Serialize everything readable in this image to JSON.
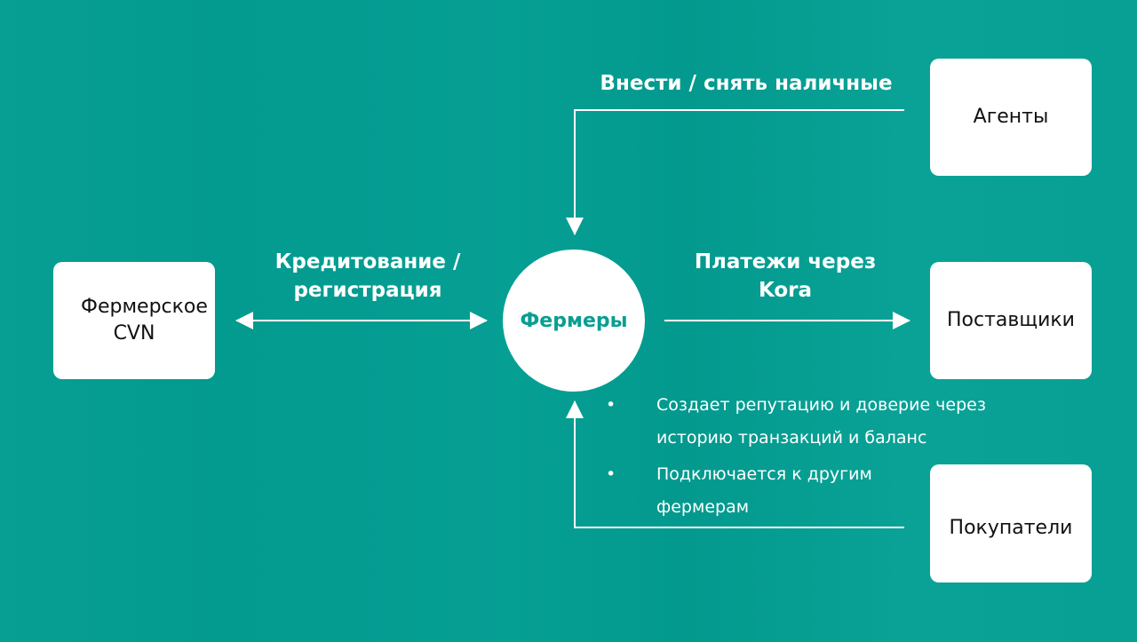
{
  "nodes": {
    "center": "Фермеры",
    "cvn": "Фермерское CVN",
    "agents": "Агенты",
    "suppliers": "Поставщики",
    "buyers": "Покупатели"
  },
  "edges": {
    "agents_label": "Внести / снять наличные",
    "cvn_label": "Кредитование / регистрация",
    "suppliers_label": "Платежи через Kora"
  },
  "bullets": [
    "Создает репутацию и доверие через историю транзакций и баланс",
    "Подключается к другим фермерам"
  ],
  "colors": {
    "background": "#069f94",
    "accent": "#0a9e92"
  }
}
